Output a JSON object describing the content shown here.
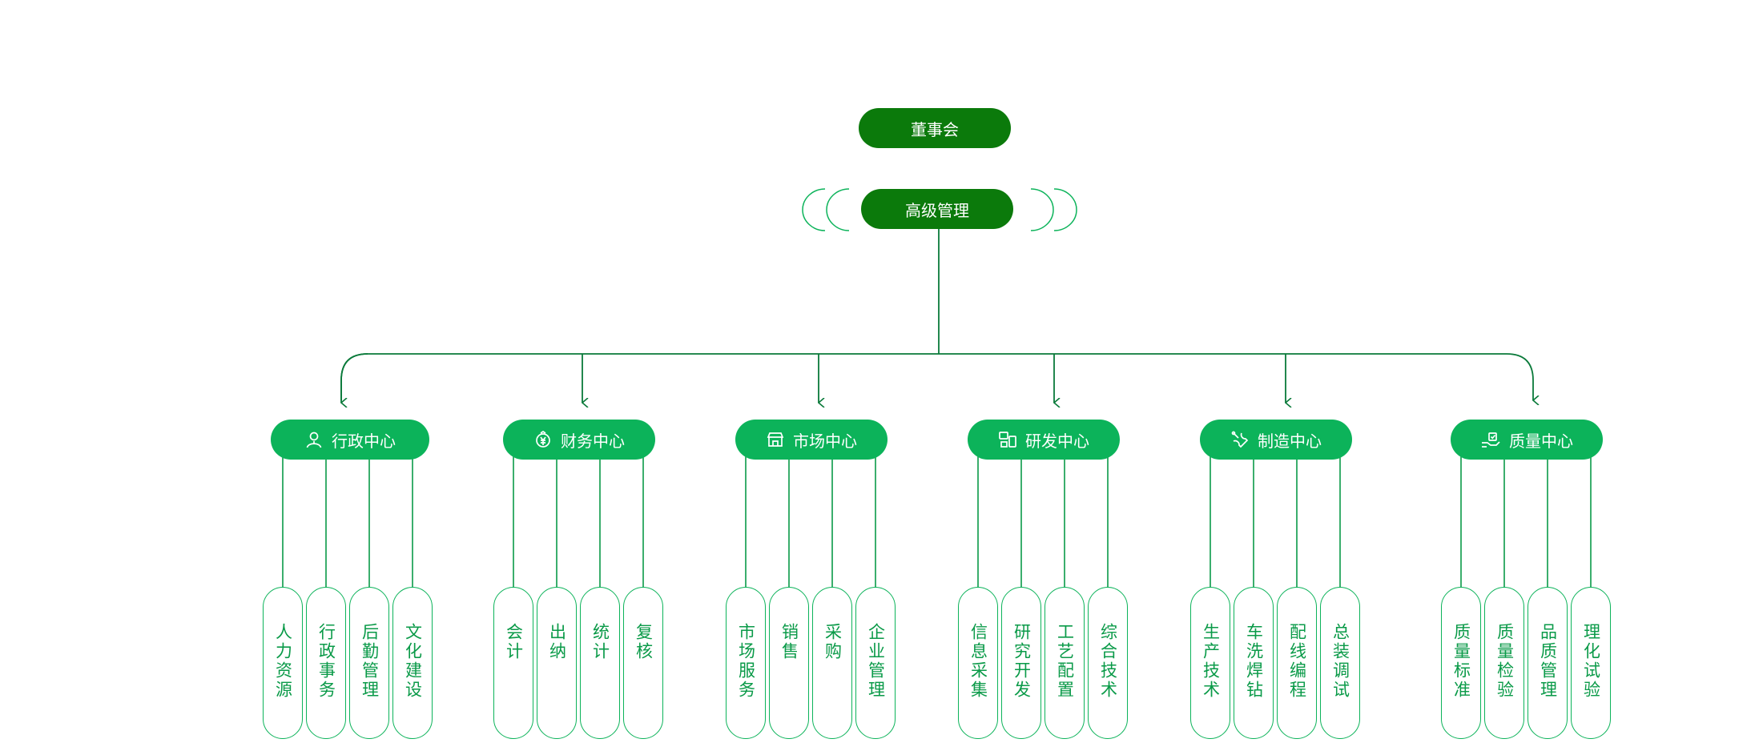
{
  "board": {
    "label": "董事会"
  },
  "management": {
    "label": "高级管理"
  },
  "colors": {
    "board": "#0b7a0b",
    "center": "#0cb35a",
    "line": "#0a7a3a",
    "subtext": "#0a9a48"
  },
  "centers": [
    {
      "label": "行政中心",
      "icon": "person-icon",
      "items": [
        "人力资源",
        "行政事务",
        "后勤管理",
        "文化建设"
      ]
    },
    {
      "label": "财务中心",
      "icon": "money-bag-icon",
      "items": [
        "会计",
        "出纳",
        "统计",
        "复核"
      ]
    },
    {
      "label": "市场中心",
      "icon": "storefront-icon",
      "items": [
        "市场服务",
        "销售",
        "采购",
        "企业管理"
      ]
    },
    {
      "label": "研发中心",
      "icon": "devices-icon",
      "items": [
        "信息采集",
        "研究开发",
        "工艺配置",
        "综合技术"
      ]
    },
    {
      "label": "制造中心",
      "icon": "tools-icon",
      "items": [
        "生产技术",
        "车洗焊钻",
        "配线编程",
        "总装调试"
      ]
    },
    {
      "label": "质量中心",
      "icon": "quality-icon",
      "items": [
        "质量标准",
        "质量检验",
        "品质管理",
        "理化试验"
      ]
    }
  ]
}
